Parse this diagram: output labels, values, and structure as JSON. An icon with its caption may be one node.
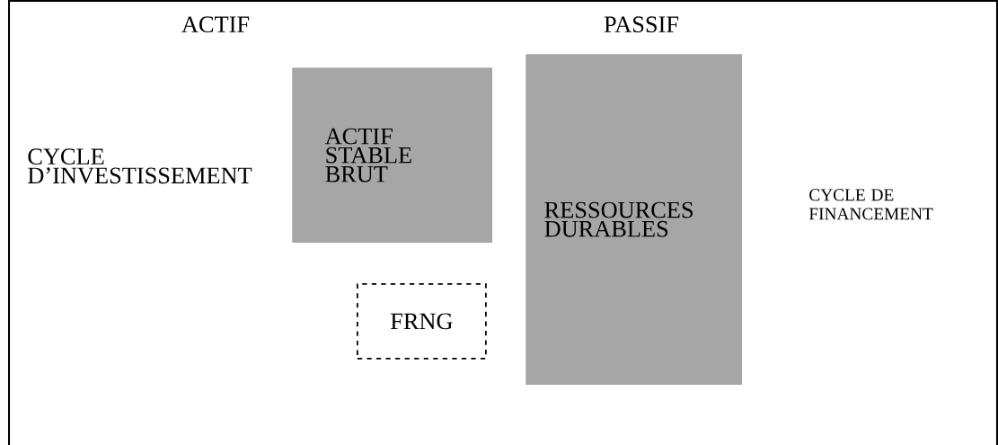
{
  "diagram": {
    "nodes": [
      {
        "text": [
          "ACTIF STABLE BRUT"
        ]
      },
      {
        "text": [
          "RESSOURCES DURABLES"
        ]
      },
      {
        "text": [
          "FRNG"
        ]
      }
    ],
    "labels": [
      "ACTIF",
      "PASSIF",
      "CYCLE D’INVESTISSEMENT",
      "CYCLE DE FINANCEMENT"
    ]
  }
}
